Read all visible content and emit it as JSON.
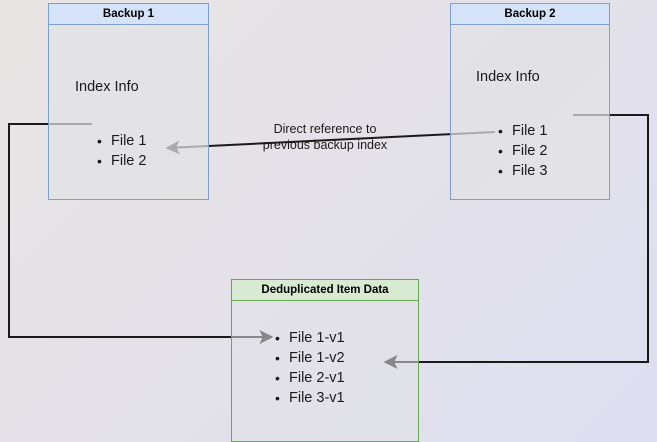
{
  "diagram": {
    "background_start_color": "#e9e5e4",
    "background_end_color": "#dedef1",
    "connector_color": "#1a1a1a"
  },
  "nodes": {
    "backup1": {
      "title": "Backup 1",
      "body_label": "Index Info",
      "border_color": "#7e9fcd",
      "header_color": "#d4e3f7",
      "files": [
        {
          "label": "File 1"
        },
        {
          "label": "File 2"
        }
      ]
    },
    "backup2": {
      "title": "Backup 2",
      "body_label": "Index Info",
      "border_color": "#7e9fcd",
      "header_color": "#d4e3f7",
      "files": [
        {
          "label": "File 1"
        },
        {
          "label": "File 2"
        },
        {
          "label": "File 3"
        }
      ]
    },
    "dedup": {
      "title": "Deduplicated Item Data",
      "border_color": "#6aa84f",
      "header_color": "#d9ead3",
      "files": [
        {
          "label": "File 1-v1"
        },
        {
          "label": "File 1-v2"
        },
        {
          "label": "File 2-v1"
        },
        {
          "label": "File 3-v1"
        }
      ]
    }
  },
  "annotation": {
    "line1": "Direct reference to",
    "line2": "previous backup index"
  }
}
